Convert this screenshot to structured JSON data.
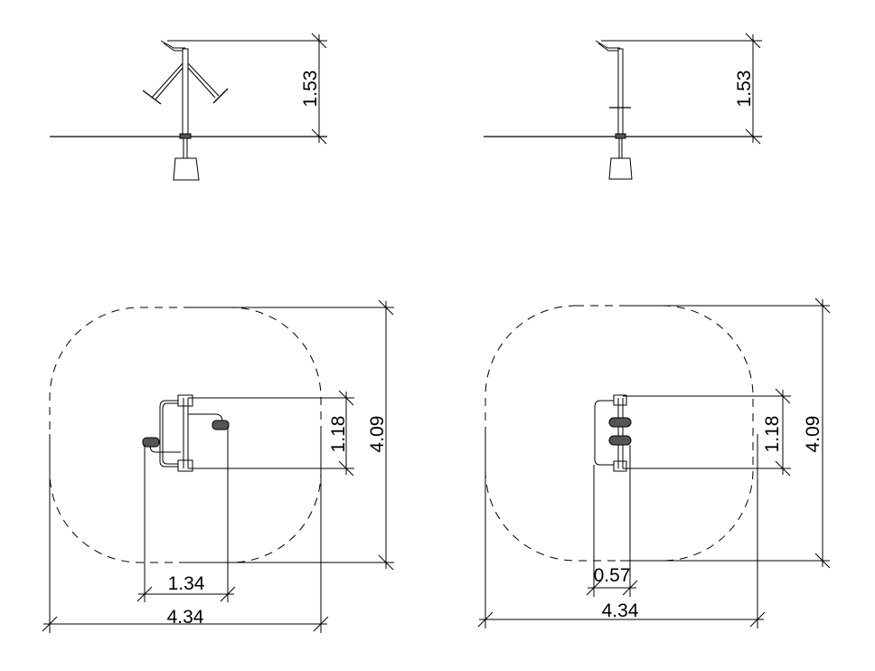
{
  "drawing": {
    "elevation_left": {
      "height_label": "1.53"
    },
    "elevation_right": {
      "height_label": "1.53"
    },
    "plan_left": {
      "frame_depth_label": "1.18",
      "zone_depth_label": "4.09",
      "equipment_width_label": "1.34",
      "zone_width_label": "4.34"
    },
    "plan_right": {
      "frame_depth_label": "1.18",
      "zone_depth_label": "4.09",
      "equipment_width_label": "0.57",
      "zone_width_label": "4.34"
    }
  }
}
